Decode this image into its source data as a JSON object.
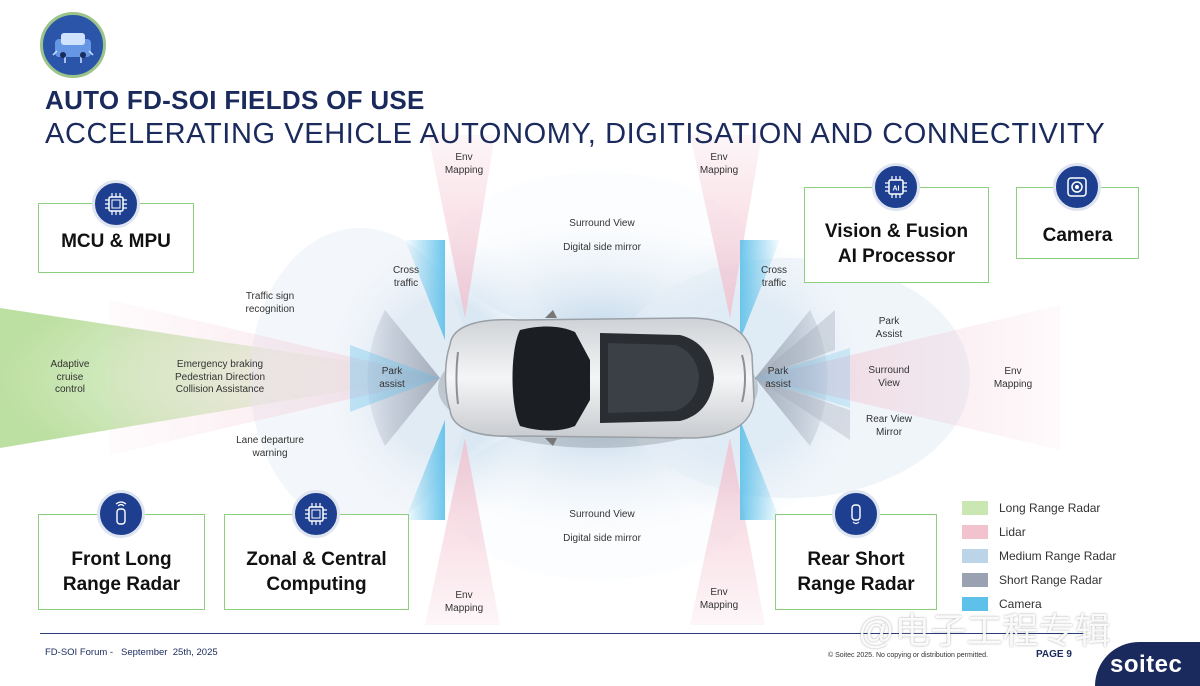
{
  "header": {
    "title": "AUTO FD-SOI FIELDS OF USE",
    "subtitle": "ACCELERATING VEHICLE AUTONOMY, DIGITISATION AND CONNECTIVITY"
  },
  "zones": {
    "env_mapping_top_left": "Env\nMapping",
    "env_mapping_top_right": "Env\nMapping",
    "surround_view_top": "Surround View",
    "digital_side_mirror_top": "Digital side mirror",
    "cross_traffic_left": "Cross\ntraffic",
    "cross_traffic_right": "Cross\ntraffic",
    "traffic_sign": "Traffic sign\nrecognition",
    "adaptive_cruise": "Adaptive\ncruise\ncontrol",
    "emergency_braking": "Emergency braking\nPedestrian Direction\nCollision Assistance",
    "park_assist_left": "Park\nassist",
    "park_assist_right": "Park\nassist",
    "lane_departure": "Lane departure\nwarning",
    "park_assist_rear": "Park\nAssist",
    "surround_view_rear": "Surround\nView",
    "rear_view_mirror": "Rear View\nMirror",
    "env_mapping_rear": "Env\nMapping",
    "surround_view_bottom": "Surround View",
    "digital_side_mirror_bottom": "Digital side mirror",
    "env_mapping_bottom_left": "Env\nMapping",
    "env_mapping_bottom_right": "Env\nMapping"
  },
  "boxes": {
    "mcu": "MCU & MPU",
    "vision": "Vision & Fusion\nAI Processor",
    "camera": "Camera",
    "front_radar": "Front Long\nRange Radar",
    "zonal": "Zonal & Central\nComputing",
    "rear_radar": "Rear Short\nRange Radar"
  },
  "icons": {
    "mcu": "chip-icon",
    "vision": "ai-chip-icon",
    "camera": "camera-icon",
    "front_radar": "car-front-radar-icon",
    "zonal": "chip-icon",
    "rear_radar": "car-rear-radar-icon",
    "header": "vehicle-circuit-icon"
  },
  "legend": [
    {
      "label": "Long Range Radar",
      "color": "#c9e6b3"
    },
    {
      "label": "Lidar",
      "color": "#f2c2cf"
    },
    {
      "label": "Medium Range Radar",
      "color": "#bcd4e8"
    },
    {
      "label": "Short Range Radar",
      "color": "#9aa2b1"
    },
    {
      "label": "Camera",
      "color": "#5ec1ea"
    }
  ],
  "footer": {
    "event": "FD-SOI Forum -   September  25th, 2025",
    "copyright": "© Soitec 2025. No copying or distribution permitted.",
    "page": "PAGE 9",
    "logo": "soitec",
    "watermark": "@电子工程专辑"
  },
  "colors": {
    "brand_navy": "#1a2a5c",
    "badge_blue": "#1e3f8f",
    "box_border": "#8ccf7e"
  }
}
